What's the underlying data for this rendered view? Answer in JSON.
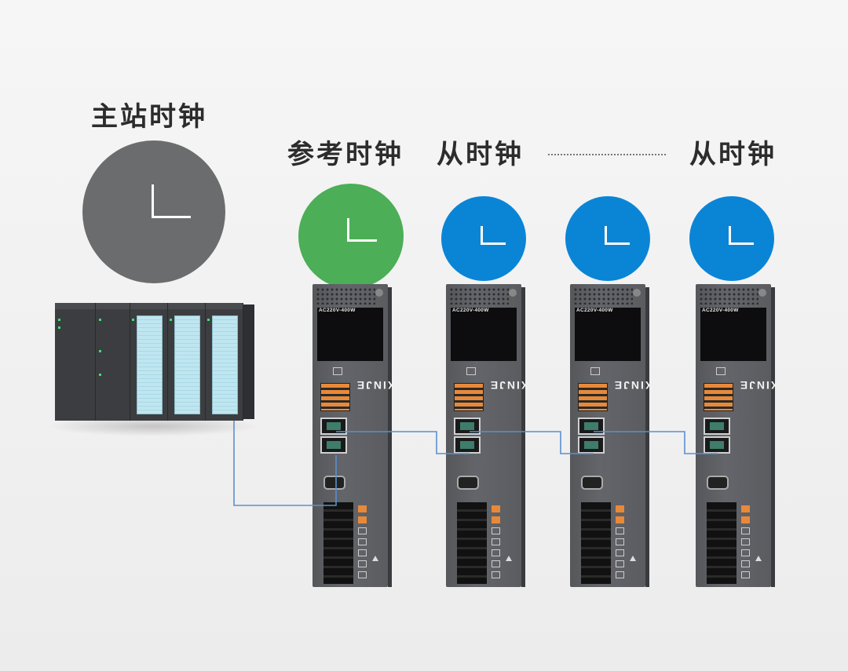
{
  "labels": {
    "master_clock": "主站时钟",
    "reference_clock": "参考时钟",
    "slave_clock_1": "从时钟",
    "slave_clock_2": "从时钟"
  },
  "drive": {
    "model": "AC220V-400W",
    "brand": "XINJE"
  },
  "colors": {
    "master_clock": "#6b6c6e",
    "reference_clock": "#4cae56",
    "slave_clock": "#0a85d6",
    "cable": "#5b8fd0",
    "background": "#f0f0f0"
  },
  "icons": [
    "clock-hands-icon"
  ]
}
